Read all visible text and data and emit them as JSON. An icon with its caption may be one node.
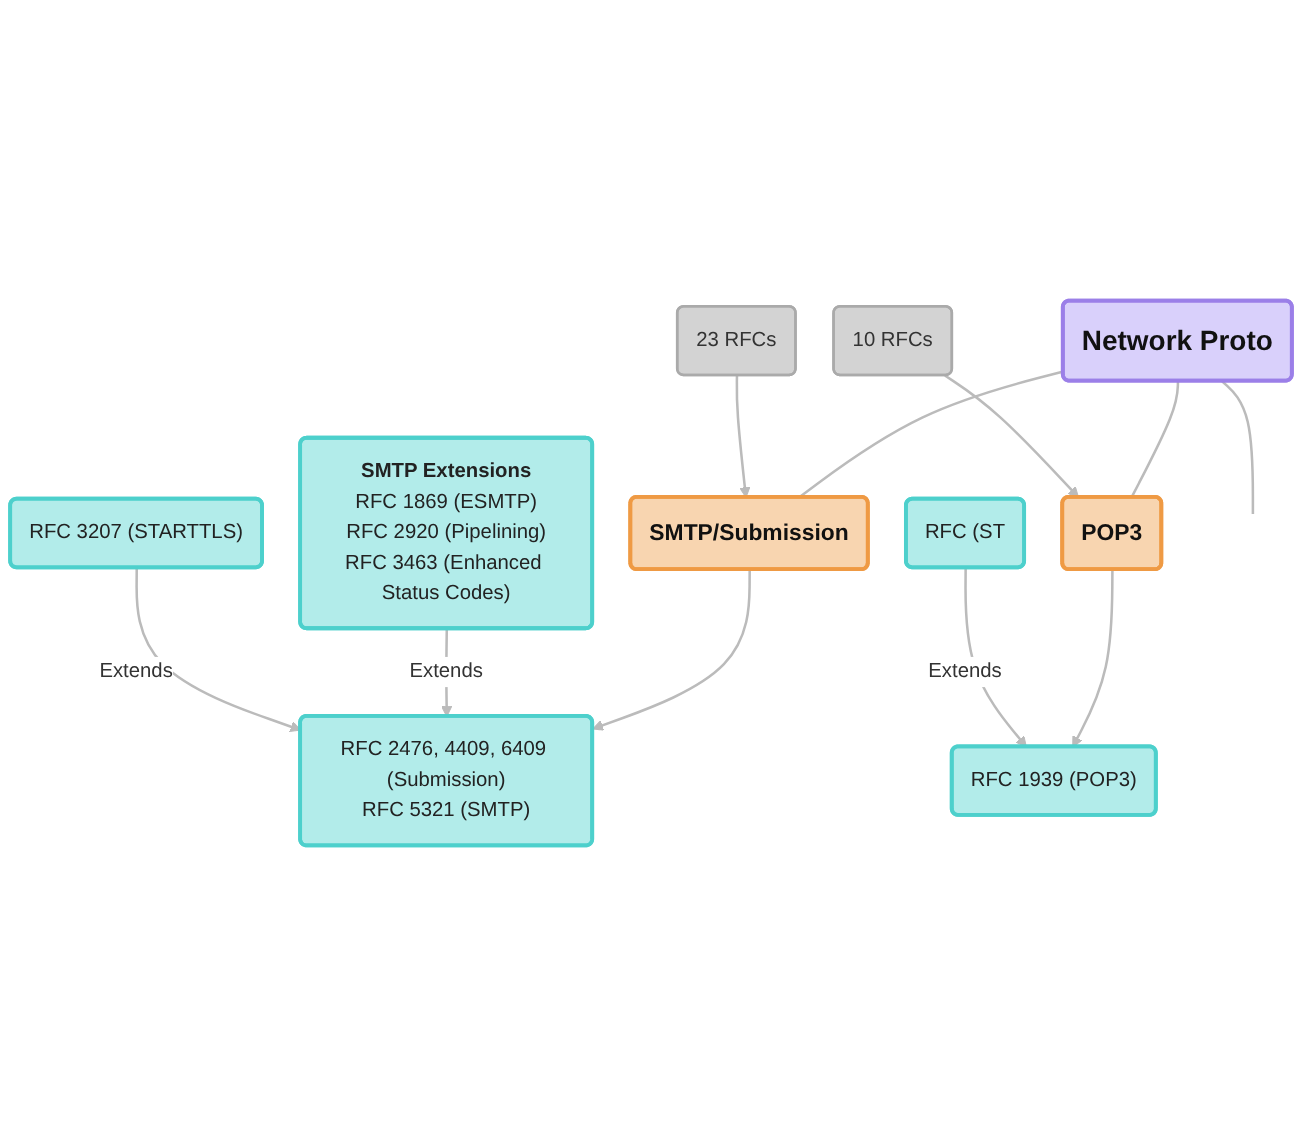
{
  "diagram": {
    "nodes": [
      {
        "text": [
          "Network Proto"
        ]
      },
      {
        "text": [
          "23 RFCs"
        ]
      },
      {
        "text": [
          "SMTP/Submission"
        ]
      },
      {
        "text": [
          "10 RFCs"
        ]
      },
      {
        "text": [
          "POP3"
        ]
      },
      {
        "text": [
          "RFC 2476, 4409, 6409 (Submission)",
          "RFC 5321 (SMTP)"
        ]
      },
      {
        "text": [
          "RFC 1939 (POP3)"
        ]
      },
      {
        "text": [
          "SMTP Extensions",
          "RFC 1869 (ESMTP)",
          "RFC 2920 (Pipelining)",
          "RFC 3463 (Enhanced Status Codes)"
        ]
      },
      {
        "text": [
          "RFC 3207 (STARTTLS)"
        ]
      },
      {
        "text": [
          "RFC (ST"
        ]
      }
    ],
    "edges": [
      {
        "from": 0,
        "to": 2,
        "arrow": "none"
      },
      {
        "from": 0,
        "to": 4,
        "arrow": "none"
      },
      {
        "from": 0,
        "to": null,
        "arrow": "none"
      },
      {
        "from": 1,
        "to": 2,
        "arrow": "to"
      },
      {
        "from": 3,
        "to": 4,
        "arrow": "to"
      },
      {
        "from": 2,
        "to": 5,
        "arrow": "to"
      },
      {
        "from": 4,
        "to": 6,
        "arrow": "to"
      },
      {
        "from": 7,
        "to": 5,
        "label": "Extends",
        "arrow": "to"
      },
      {
        "from": 8,
        "to": 5,
        "label": "Extends",
        "arrow": "to"
      },
      {
        "from": 9,
        "to": 6,
        "label": "Extends",
        "arrow": "to"
      }
    ]
  }
}
